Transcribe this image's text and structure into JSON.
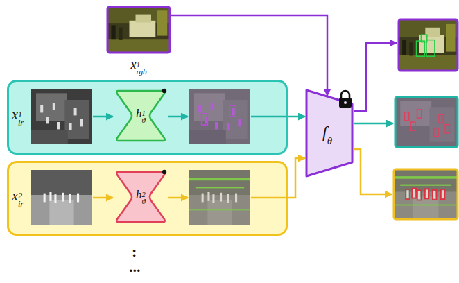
{
  "diagram": {
    "nodes": [
      {
        "text": [
          "x1rgb"
        ]
      },
      {
        "text": [
          "x1ir"
        ]
      },
      {
        "text": [
          "h1ϑ"
        ],
        "in": 1
      },
      {
        "text": [
          "x2ir"
        ]
      },
      {
        "text": [
          "h2ϑ"
        ],
        "in": 3
      },
      {
        "text": [
          "fθ"
        ]
      }
    ],
    "edges": [
      {
        "from": 0,
        "to": 5,
        "arrow": "to"
      },
      {
        "from": 1,
        "to": 5,
        "arrow": "to"
      },
      {
        "from": 3,
        "to": 5,
        "arrow": "to"
      }
    ],
    "labels": [
      ":",
      "..."
    ]
  }
}
